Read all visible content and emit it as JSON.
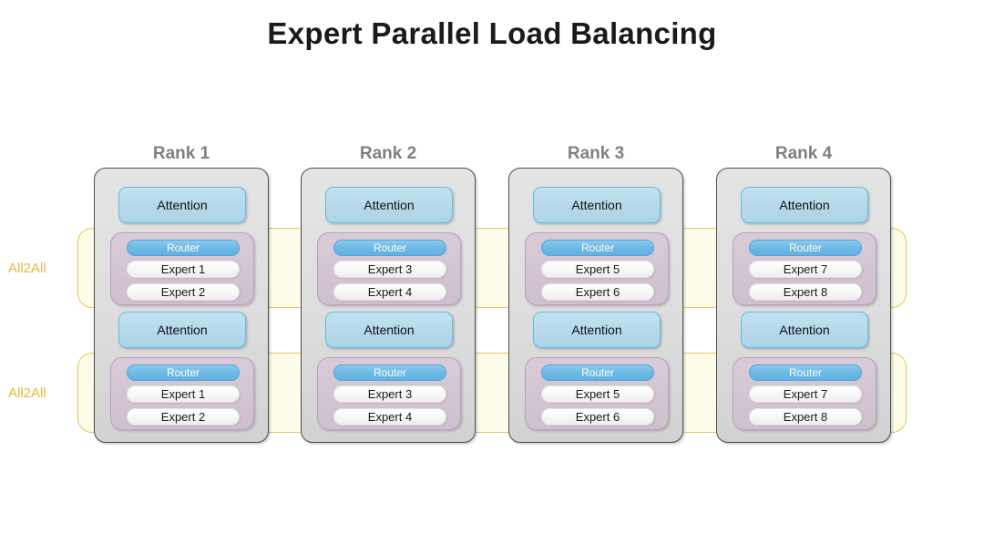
{
  "title": "Expert Parallel Load Balancing",
  "colors": {
    "title_text": "#1a1a1a",
    "rank_label": "#808080",
    "all2all_text": "#e8b53c",
    "all2all_border": "#e8c45c",
    "all2all_fill": "#fefbe8",
    "rank_box_fill": "#dddddd",
    "rank_box_border": "#4d4d4d",
    "attention_fill": "#b4d8e9",
    "attention_border": "#5cc0ea",
    "moe_fill": "#d3c4d2",
    "moe_border": "#c09dc4",
    "router_fill": "#6cb7e4",
    "router_text": "#ffffff",
    "expert_fill": "#f7f7f7"
  },
  "all2all": [
    {
      "label": "All2All"
    },
    {
      "label": "All2All"
    }
  ],
  "ranks": [
    {
      "label": "Rank 1",
      "layers": [
        {
          "attention": "Attention",
          "router": "Router",
          "experts": [
            "Expert 1",
            "Expert 2"
          ]
        },
        {
          "attention": "Attention",
          "router": "Router",
          "experts": [
            "Expert 1",
            "Expert 2"
          ]
        }
      ]
    },
    {
      "label": "Rank 2",
      "layers": [
        {
          "attention": "Attention",
          "router": "Router",
          "experts": [
            "Expert 3",
            "Expert 4"
          ]
        },
        {
          "attention": "Attention",
          "router": "Router",
          "experts": [
            "Expert 3",
            "Expert 4"
          ]
        }
      ]
    },
    {
      "label": "Rank 3",
      "layers": [
        {
          "attention": "Attention",
          "router": "Router",
          "experts": [
            "Expert 5",
            "Expert 6"
          ]
        },
        {
          "attention": "Attention",
          "router": "Router",
          "experts": [
            "Expert 5",
            "Expert 6"
          ]
        }
      ]
    },
    {
      "label": "Rank 4",
      "layers": [
        {
          "attention": "Attention",
          "router": "Router",
          "experts": [
            "Expert 7",
            "Expert 8"
          ]
        },
        {
          "attention": "Attention",
          "router": "Router",
          "experts": [
            "Expert 7",
            "Expert 8"
          ]
        }
      ]
    }
  ]
}
